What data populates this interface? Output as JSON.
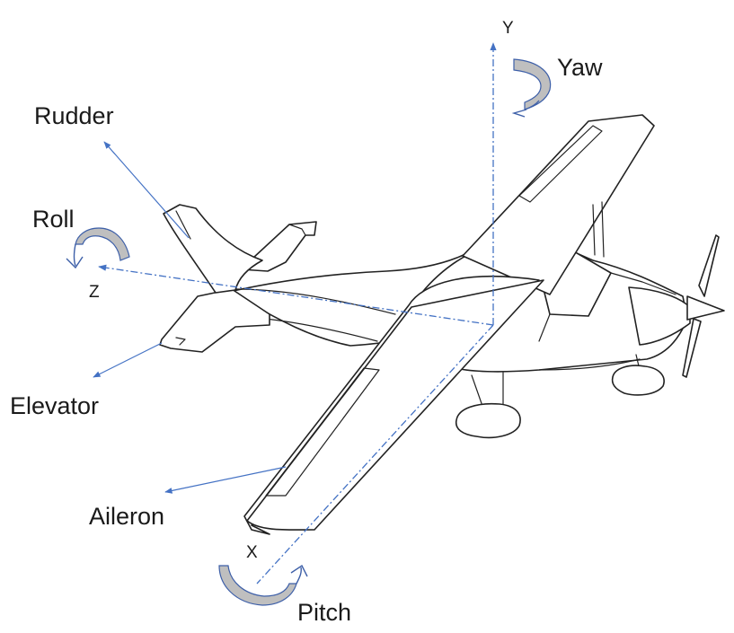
{
  "labels": {
    "y_axis": "Y",
    "z_axis": "Z",
    "x_axis": "X",
    "yaw": "Yaw",
    "roll": "Roll",
    "pitch": "Pitch",
    "rudder": "Rudder",
    "elevator": "Elevator",
    "aileron": "Aileron"
  },
  "colors": {
    "axis_line": "#4472c4",
    "rotation_arrow_fill": "#bfbfbf",
    "rotation_arrow_outline": "#3d5fa8",
    "airframe_outline": "#222222"
  },
  "icons": {
    "yaw": "curved-rotation-arrow-icon",
    "roll": "curved-rotation-arrow-icon",
    "pitch": "curved-rotation-arrow-icon"
  }
}
